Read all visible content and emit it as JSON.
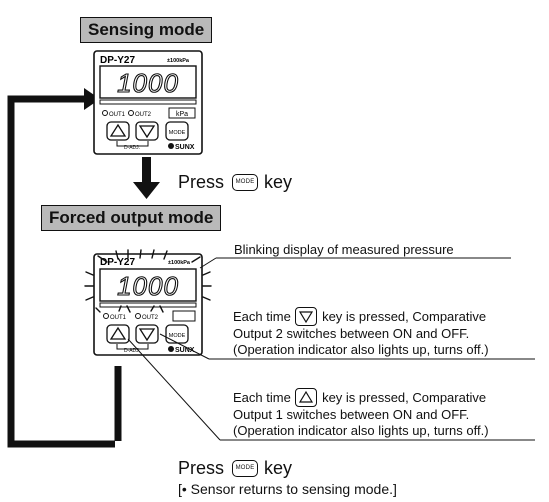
{
  "sensing_mode": {
    "title": "Sensing mode"
  },
  "device": {
    "model": "DP-Y27",
    "range": "±100kPa",
    "reading": "1000",
    "out1": "OUT1",
    "out2": "OUT2",
    "unit": "kPa",
    "mode_key": "MODE",
    "adj_label": "D-ADJ.",
    "brand": "SUNX"
  },
  "step1": {
    "press": "Press",
    "key": "MODE",
    "key_word": "key"
  },
  "forced_mode": {
    "title": "Forced output mode"
  },
  "annotations": {
    "blinking": "Blinking display of measured pressure",
    "down_key": {
      "line1_prefix": "Each time",
      "line1_suffix": "key is pressed, Comparative",
      "line2": "Output 2 switches between ON and OFF.",
      "line3": "(Operation indicator also lights up, turns off.)"
    },
    "up_key": {
      "line1_prefix": "Each time",
      "line1_suffix": "key is pressed, Comparative",
      "line2": "Output 1 switches between ON and OFF.",
      "line3": "(Operation indicator also lights up, turns off.)"
    }
  },
  "step2": {
    "press": "Press",
    "key": "MODE",
    "key_word": "key",
    "note": "[• Sensor returns to sensing mode.]"
  }
}
